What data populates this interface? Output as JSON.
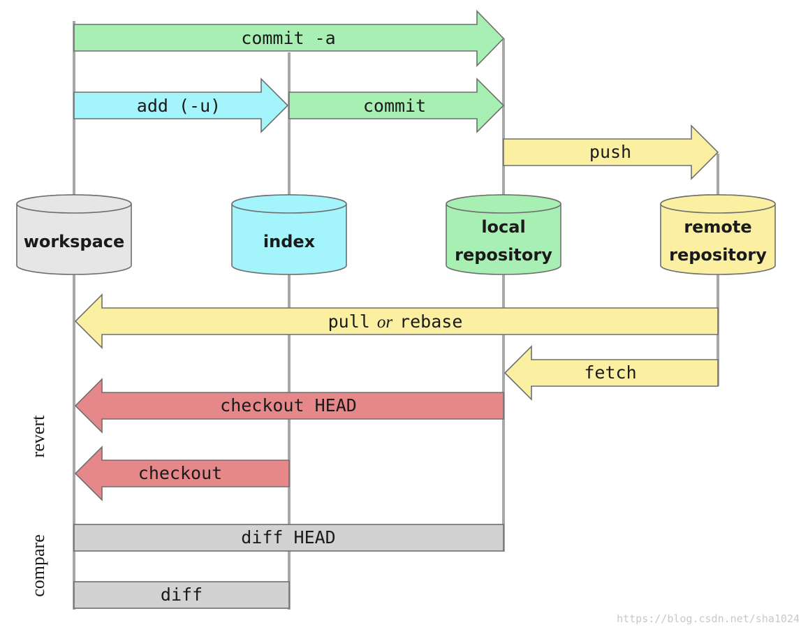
{
  "colors": {
    "green": "#a8efb4",
    "cyan": "#a3f4fb",
    "yellow": "#fbf0a2",
    "red": "#e6888a",
    "gray_bar": "#d2d2d2",
    "workspace": "#e6e6e6",
    "index": "#a3f4fb",
    "local": "#a8efb4",
    "remote": "#fbf0a2"
  },
  "stores": {
    "workspace": "workspace",
    "index": "index",
    "local_line1": "local",
    "local_line2": "repository",
    "remote_line1": "remote",
    "remote_line2": "repository"
  },
  "arrows": {
    "commit_a": "commit -a",
    "add": "add (-u)",
    "commit": "commit",
    "push": "push",
    "pull": "pull",
    "or": "or",
    "rebase": "rebase",
    "fetch": "fetch",
    "checkout_head": "checkout HEAD",
    "checkout": "checkout"
  },
  "bars": {
    "diff_head": "diff HEAD",
    "diff": "diff"
  },
  "groups": {
    "revert": "revert",
    "compare": "compare"
  },
  "watermark": "https://blog.csdn.net/sha1024"
}
